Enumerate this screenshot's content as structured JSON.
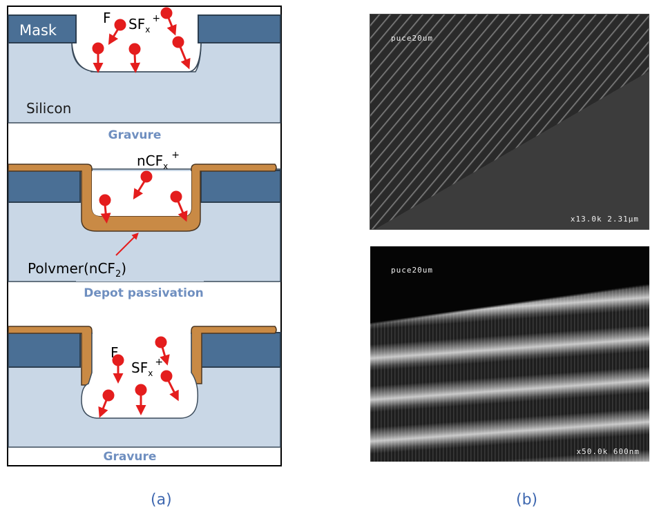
{
  "panel_a": {
    "stage1": {
      "mask_label": "Mask",
      "substrate_label": "Silicon",
      "f_label": "F",
      "sf_base": "SF",
      "sf_sub": "x",
      "sf_sup": "+",
      "caption": "Gravure"
    },
    "stage2": {
      "ion_base": "nCF",
      "ion_sub": "x",
      "ion_sup": "+",
      "polymer_label_a": "Polvmer(nCF",
      "polymer_label_sub": "2",
      "polymer_label_b": ")",
      "caption": "Depot passivation"
    },
    "stage3": {
      "f_label": "F",
      "sf_base": "SF",
      "sf_sub": "x",
      "sf_sup": "+",
      "caption": "Gravure"
    }
  },
  "panel_b": {
    "top_image": {
      "label_tl": "puce20um",
      "label_br": "x13.0k 2.31μm"
    },
    "bottom_image": {
      "label_tl": "puce20um",
      "label_br": "x50.0k 600nm"
    }
  },
  "captions": {
    "a": "(a)",
    "b": "(b)"
  },
  "colors": {
    "mask": "#4a6f95",
    "silicon": "#c9d7e6",
    "polymer": "#c98a45",
    "particle": "#e41d1d",
    "caption_blue": "#3f68b0",
    "label_blue": "#6f8fc0"
  }
}
